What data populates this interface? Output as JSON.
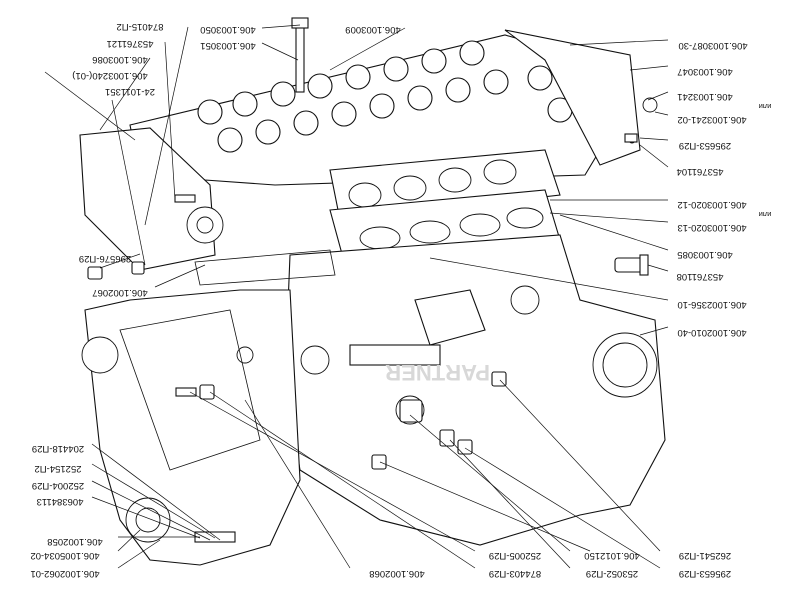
{
  "labels": {
    "l_874015": "874015-П2",
    "l_453761121": "453761121",
    "l_406_1003086": "406.1003086",
    "l_406_1003240": "406.1003240(-01)",
    "l_24_1011351": "24-1011351",
    "l_406_1003050": "406.1003050",
    "l_406_1003051": "406.1003051",
    "l_406_1003009": "406.1003009",
    "l_406_1003087_30": "406.1003087-30",
    "l_406_1003047": "406.1003047",
    "l_406_1003241": "406.1003241",
    "l_ili_1": "или",
    "l_406_1003241_02": "406.1003241-02",
    "l_295653_p29_top": "295653-П29",
    "l_453761104": "453761104",
    "l_406_1003020_12": "406.1003020-12",
    "l_ili_2": "или",
    "l_406_1003020_13": "406.1003020-13",
    "l_406_1003085": "406.1003085",
    "l_453761108": "453761108",
    "l_406_1002356_10": "406.1002356-10",
    "l_406_1002010_40": "406.1002010-40",
    "l_296576_p29": "296576-П29",
    "l_406_1002067": "406.1002067",
    "l_204418_p29": "204418-П29",
    "l_252154_p2": "252154-П2",
    "l_252004_p29": "252004-П29",
    "l_406384113": "406384113",
    "l_406_1002058": "406.1002058",
    "l_406_1005034_02": "406.1005034-02",
    "l_406_1002062_01": "406.1002062-01",
    "l_406_1002068": "406.1002068",
    "l_252005_p29": "252005-П29",
    "l_874403_p29": "874403-П29",
    "l_406_1012150": "406.1012150",
    "l_253052_p29": "253052-П29",
    "l_262541_p29": "262541-П29",
    "l_295653_p29_bot": "295653-П29"
  }
}
